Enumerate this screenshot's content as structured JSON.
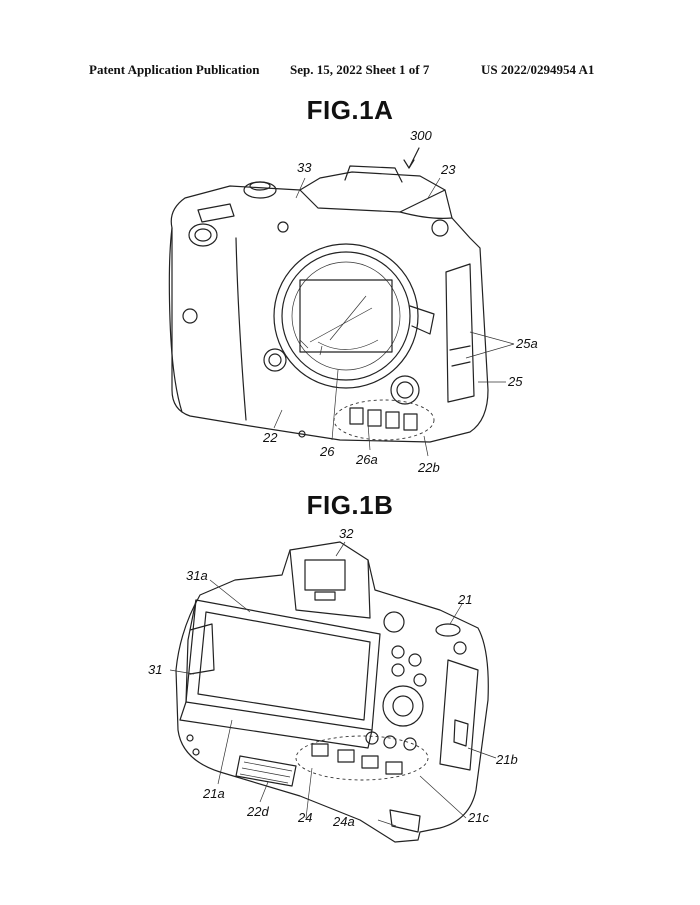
{
  "header": {
    "left": "Patent Application Publication",
    "middle": "Sep. 15, 2022  Sheet 1 of 7",
    "right": "US 2022/0294954 A1"
  },
  "figures": [
    {
      "title": "FIG.1A",
      "labels": {
        "l300": "300",
        "l33": "33",
        "l23": "23",
        "l25a": "25a",
        "l25": "25",
        "l22": "22",
        "l26": "26",
        "l26a": "26a",
        "l22b": "22b"
      }
    },
    {
      "title": "FIG.1B",
      "labels": {
        "l32": "32",
        "l31a": "31a",
        "l21": "21",
        "l31": "31",
        "l21b": "21b",
        "l21a": "21a",
        "l22d": "22d",
        "l24": "24",
        "l24a": "24a",
        "l21c": "21c"
      }
    }
  ]
}
